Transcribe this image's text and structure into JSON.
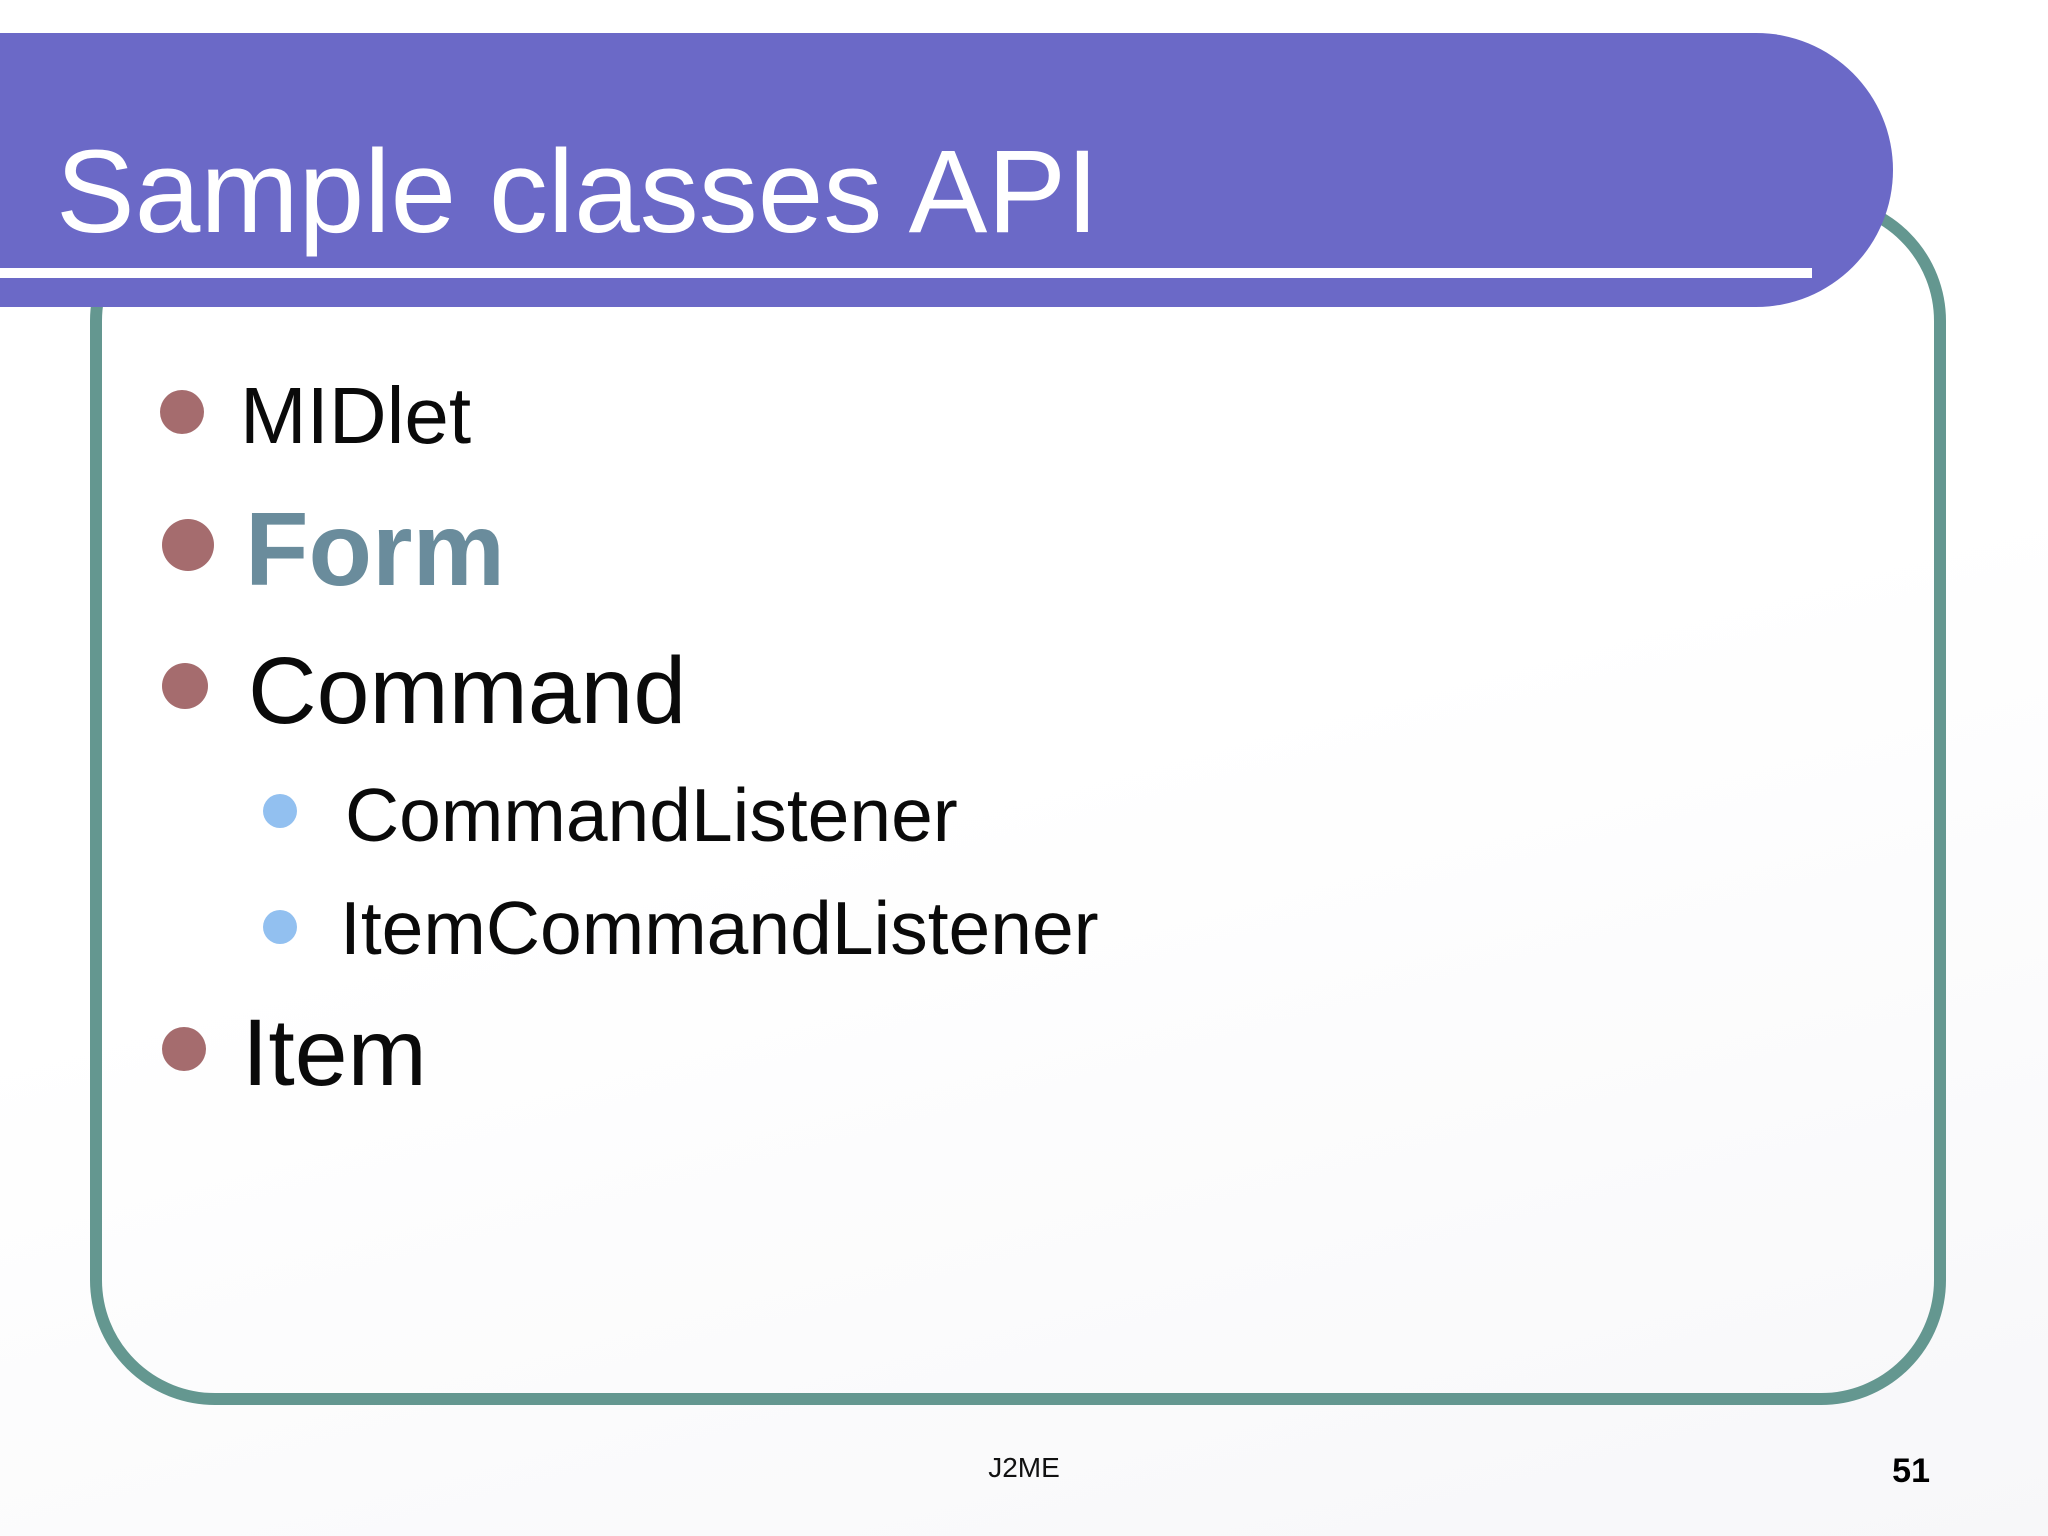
{
  "slide": {
    "title": "Sample classes API",
    "list": {
      "items": [
        {
          "label": "MIDlet",
          "level": 1,
          "emphasized": false
        },
        {
          "label": "Form",
          "level": 1,
          "emphasized": true
        },
        {
          "label": "Command",
          "level": 1,
          "emphasized": false
        },
        {
          "label": "CommandListener",
          "level": 2,
          "emphasized": false
        },
        {
          "label": "ItemCommandListener",
          "level": 2,
          "emphasized": false
        },
        {
          "label": "Item",
          "level": 1,
          "emphasized": false
        }
      ]
    },
    "footer": {
      "text": "J2ME"
    },
    "page_number": "51",
    "colors": {
      "banner": "#6B69C7",
      "banner_underline": "#FFFFFF",
      "frame_border": "#649790",
      "level1_bullet": "#A56C6E",
      "level2_bullet": "#92C0F0",
      "emphasis_text": "#6A8C9C",
      "body_text": "#0A0A0A",
      "title_text": "#FFFFFF"
    }
  }
}
